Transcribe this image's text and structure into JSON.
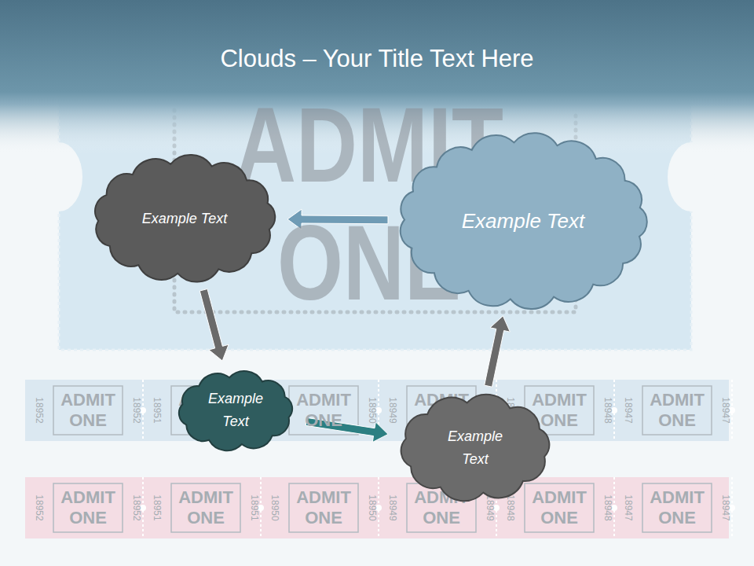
{
  "diagram": {
    "title": "Clouds – Your Title Text Here",
    "nodes": [
      {
        "text": [
          "Example Text"
        ]
      },
      {
        "text": [
          "Example Text"
        ]
      },
      {
        "text": [
          "Example Text"
        ]
      },
      {
        "text": [
          "Example Text"
        ]
      }
    ],
    "edges": [
      {
        "from": 1,
        "to": 0,
        "arrow": "to"
      },
      {
        "from": 0,
        "to": 2,
        "arrow": "to"
      },
      {
        "from": 2,
        "to": 3,
        "arrow": "to"
      },
      {
        "from": 3,
        "to": 1,
        "arrow": "to"
      }
    ],
    "labels": [
      "ADMIT ONE",
      "18952",
      "ADMIT ONE",
      "18952",
      "18951",
      "ADMIT ONE",
      "18951",
      "18950",
      "ADMIT ONE",
      "18950",
      "18949",
      "ADMIT ONE",
      "18949",
      "18948",
      "ADMIT ONE",
      "18948",
      "18947",
      "ADMIT ONE",
      "18947",
      "18952",
      "ADMIT ONE",
      "18952",
      "18951",
      "ADMIT ONE",
      "18951",
      "18950",
      "ADMIT ONE",
      "18950",
      "18949",
      "ADMIT ONE",
      "18949",
      "18948",
      "ADMIT ONE",
      "18948",
      "18947",
      "ADMIT ONE",
      "18947"
    ]
  }
}
